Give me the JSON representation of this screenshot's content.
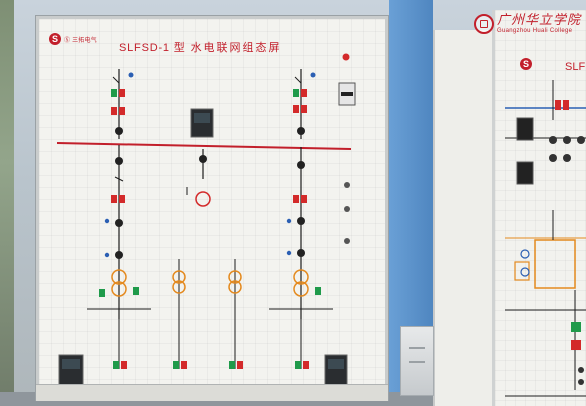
{
  "scene": {
    "description_label": "Photo of hydroelectric networking configuration training boards",
    "colors": {
      "board": "#f3f3ef",
      "wire_black": "#1d1d1d",
      "bus_red": "#c21f2b",
      "breaker_green": "#1f9a4a",
      "indicator_red": "#d32a2a",
      "device_blue": "#2b5fb3",
      "transformer_orange": "#e48a1f"
    }
  },
  "main_board": {
    "logo_text": "Ⓢ 三拓电气",
    "title_model": "SLFSD-1",
    "title_suffix": "型",
    "title_name": "水电联网组态屏"
  },
  "right_board": {
    "title_partial": "SLFH"
  },
  "watermark": {
    "name_cn": "广州华立学院",
    "name_en": "Guangzhou Huali College"
  }
}
